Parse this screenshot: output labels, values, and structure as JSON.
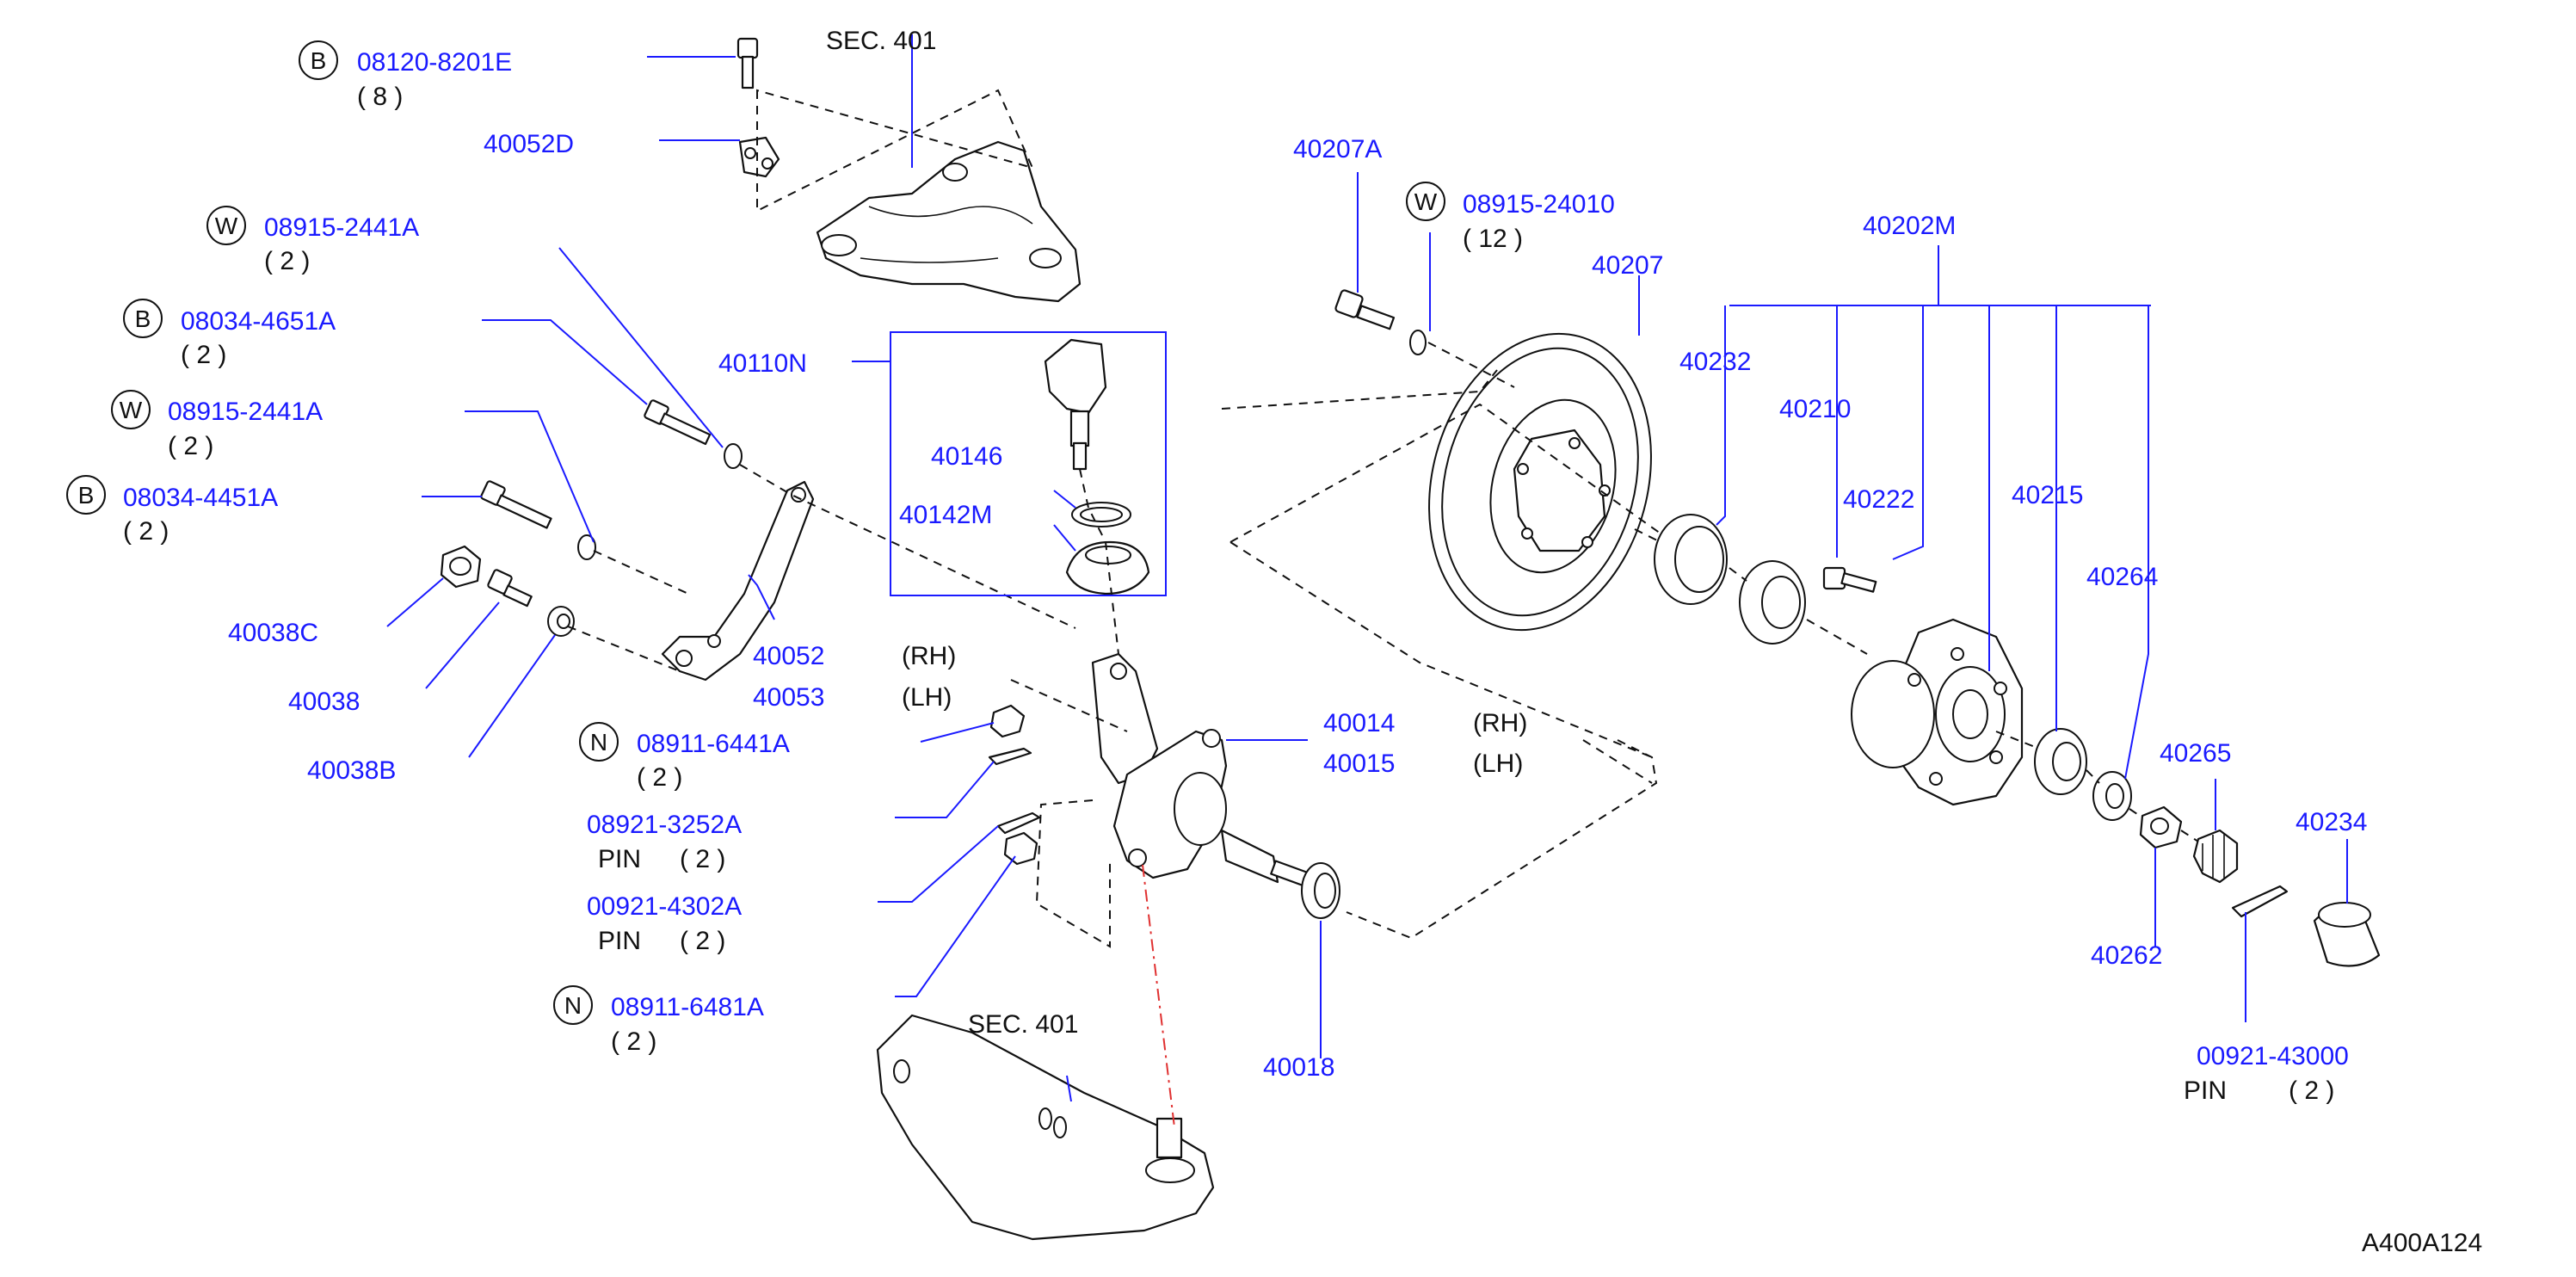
{
  "diagram_id": "A400A124",
  "section_refs": {
    "upper": "SEC.  401",
    "lower": "SEC.  401"
  },
  "side": {
    "rh": "(RH)",
    "lh": "(LH)"
  },
  "parts": {
    "p08120": {
      "prefix": "B",
      "number": "08120-8201E",
      "qty": "( 8 )"
    },
    "p40052D": {
      "number": "40052D"
    },
    "p08915a": {
      "prefix": "W",
      "number": "08915-2441A",
      "qty": "( 2 )"
    },
    "p08034a": {
      "prefix": "B",
      "number": "08034-4651A",
      "qty": "( 2 )"
    },
    "p08915b": {
      "prefix": "W",
      "number": "08915-2441A",
      "qty": "( 2 )"
    },
    "p08034b": {
      "prefix": "B",
      "number": "08034-4451A",
      "qty": "( 2 )"
    },
    "p40038C": {
      "number": "40038C"
    },
    "p40038": {
      "number": "40038"
    },
    "p40038B": {
      "number": "40038B"
    },
    "p40110N": {
      "number": "40110N"
    },
    "p40146": {
      "number": "40146"
    },
    "p40142M": {
      "number": "40142M"
    },
    "p40052": {
      "number": "40052"
    },
    "p40053": {
      "number": "40053"
    },
    "p08911a": {
      "prefix": "N",
      "number": "08911-6441A",
      "qty": "( 2 )"
    },
    "p08921": {
      "number": "08921-3252A",
      "note": "PIN",
      "qty": "( 2 )"
    },
    "p00921a": {
      "number": "00921-4302A",
      "note": "PIN",
      "qty": "( 2 )"
    },
    "p08911b": {
      "prefix": "N",
      "number": "08911-6481A",
      "qty": "( 2 )"
    },
    "p40014": {
      "number": "40014"
    },
    "p40015": {
      "number": "40015"
    },
    "p40018": {
      "number": "40018"
    },
    "p40207A": {
      "number": "40207A"
    },
    "p08915c": {
      "prefix": "W",
      "number": "08915-24010",
      "qty": "( 12 )"
    },
    "p40207": {
      "number": "40207"
    },
    "p40202M": {
      "number": "40202M"
    },
    "p40232": {
      "number": "40232"
    },
    "p40210": {
      "number": "40210"
    },
    "p40222": {
      "number": "40222"
    },
    "p40215": {
      "number": "40215"
    },
    "p40264": {
      "number": "40264"
    },
    "p40265": {
      "number": "40265"
    },
    "p40234": {
      "number": "40234"
    },
    "p40262": {
      "number": "40262"
    },
    "p00921b": {
      "number": "00921-43000",
      "note": "PIN",
      "qty": "( 2 )"
    }
  },
  "colors": {
    "part_link": "#1a1aff",
    "ink": "#111111",
    "centerline": "#e03030"
  }
}
